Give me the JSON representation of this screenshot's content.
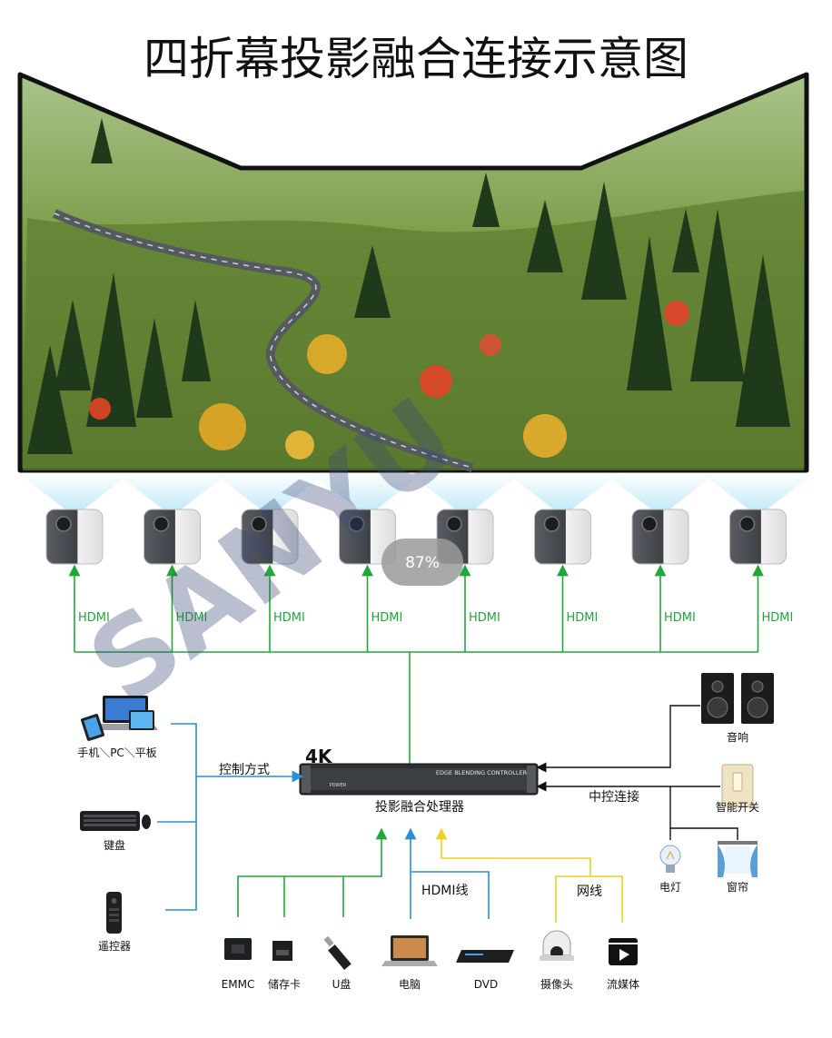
{
  "title": "四折幕投影融合连接示意图",
  "zoom_badge": "87%",
  "watermark": "SANYU",
  "projectors": {
    "count": 8,
    "link_label": "HDMI"
  },
  "processor": {
    "badge": "4K",
    "panel_text": "EDGE BLENDING CONTROLLER",
    "panel_small": "POWER",
    "label": "投影融合处理器"
  },
  "control": {
    "label": "控制方式",
    "devices": [
      {
        "label": "手机＼PC＼平板"
      },
      {
        "label": "键盘"
      },
      {
        "label": "遥控器"
      }
    ]
  },
  "central_control": {
    "label": "中控连接",
    "devices": [
      {
        "label": "音响"
      },
      {
        "label": "智能开关"
      },
      {
        "label": "电灯"
      },
      {
        "label": "窗帘"
      }
    ]
  },
  "inputs": {
    "hdmi_label": "HDMI线",
    "network_label": "网线",
    "devices": [
      {
        "label": "EMMC"
      },
      {
        "label": "储存卡"
      },
      {
        "label": "U盘"
      },
      {
        "label": "电脑"
      },
      {
        "label": "DVD"
      },
      {
        "label": "摄像头"
      },
      {
        "label": "流媒体"
      }
    ]
  },
  "colors": {
    "green": "#1fa83a",
    "blue": "#2a8fd6",
    "yellow": "#f0d020",
    "black": "#111111"
  }
}
